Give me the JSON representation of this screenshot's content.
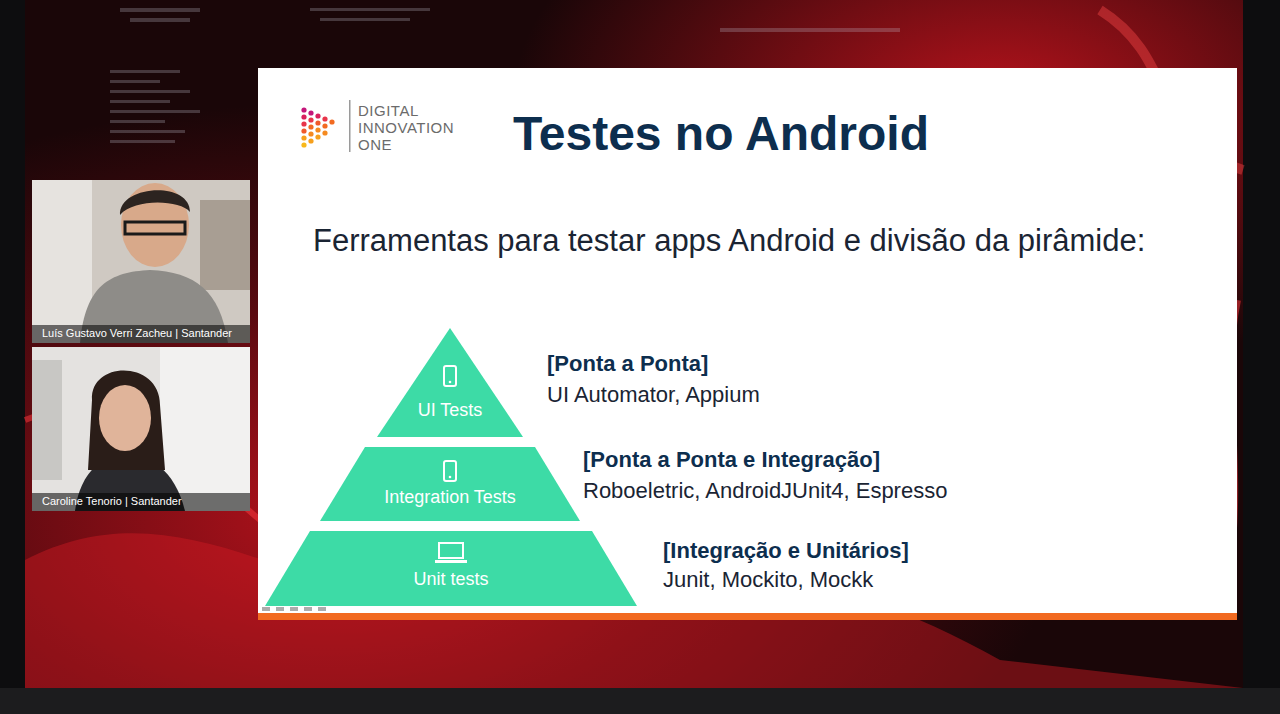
{
  "diagram": {
    "title": "Testes no Android",
    "nodes": [
      {
        "text": [
          "UI Tests"
        ]
      },
      {
        "text": [
          "Integration Tests"
        ]
      },
      {
        "text": [
          "Unit tests"
        ]
      }
    ],
    "labels": [
      "DIGITAL INNOVATION ONE",
      "Ferramentas para testar apps Android e divisão da pirâmide:",
      "[Ponta a Ponta]",
      "UI Automator, Appium",
      "[Ponta a Ponta e Integração]",
      "Roboeletric, AndroidJUnit4, Espresso",
      "[Integração e Unitários]",
      "Junit, Mockito, Mockk",
      "Luís Gustavo Verri Zacheu | Santander",
      "Caroline Tenorio | Santander"
    ]
  }
}
